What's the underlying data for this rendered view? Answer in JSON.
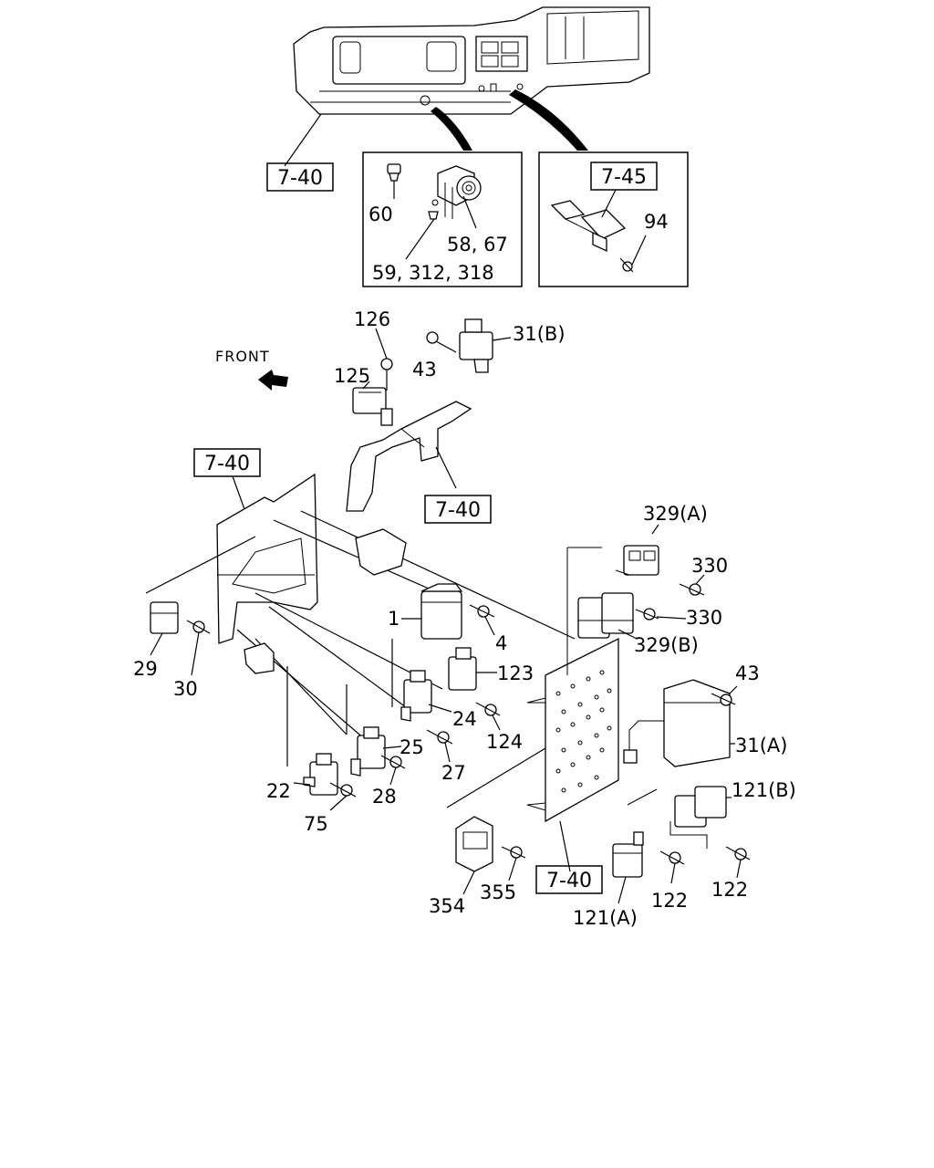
{
  "front_label": "FRONT",
  "references": {
    "r_dash": "7-40",
    "r_inset2": "7-45",
    "r_bracket_left": "7-40",
    "r_bracket_center": "7-40",
    "r_panel": "7-40"
  },
  "callouts": {
    "c60": "60",
    "c58": "58, 67",
    "c59": "59, 312, 318",
    "c94": "94",
    "c126": "126",
    "c125": "125",
    "c43a": "43",
    "c31b": "31(B)",
    "c329a": "329(A)",
    "c330a": "330",
    "c330b": "330",
    "c329b": "329(B)",
    "c1": "1",
    "c4": "4",
    "c123": "123",
    "c43b": "43",
    "c31a": "31(A)",
    "c29": "29",
    "c30": "30",
    "c24": "24",
    "c124": "124",
    "c25": "25",
    "c27": "27",
    "c22": "22",
    "c28": "28",
    "c75": "75",
    "c121b": "121(B)",
    "c122a": "122",
    "c122b": "122",
    "c121a": "121(A)",
    "c354": "354",
    "c355": "355"
  }
}
